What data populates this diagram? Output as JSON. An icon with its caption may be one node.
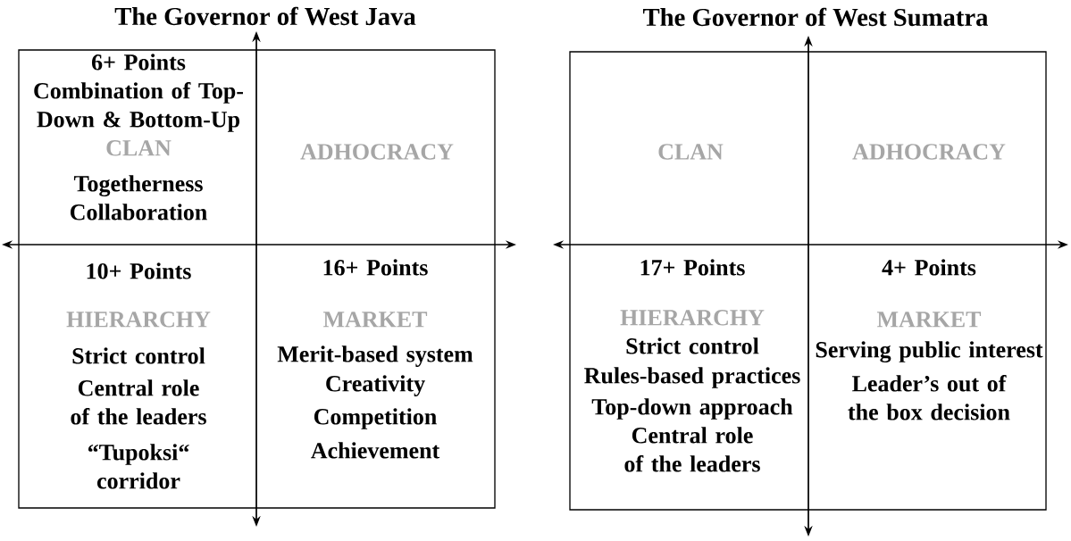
{
  "diagram": {
    "nodes": [
      {
        "text": [
          "The Governor of West Java"
        ]
      },
      {
        "text": [
          "6+ Points",
          "Combination of Top-Down & Bottom-Up",
          "CLAN",
          "Togetherness",
          "Collaboration"
        ],
        "in": 0
      },
      {
        "text": [
          "ADHOCRACY"
        ],
        "in": 0
      },
      {
        "text": [
          "10+ Points",
          "HIERARCHY",
          "Strict control",
          "Central role of the leaders",
          "“Tupoksi“ corridor"
        ],
        "in": 0
      },
      {
        "text": [
          "16+ Points",
          "MARKET",
          "Merit-based system",
          "Creativity",
          "Competition",
          "Achievement"
        ],
        "in": 0
      },
      {
        "text": [
          "The Governor of West Sumatra"
        ]
      },
      {
        "text": [
          "CLAN"
        ],
        "in": 5
      },
      {
        "text": [
          "ADHOCRACY"
        ],
        "in": 5
      },
      {
        "text": [
          "17+ Points",
          "HIERARCHY",
          "Strict control",
          "Rules-based practices",
          "Top-down approach",
          "Central role of the leaders"
        ],
        "in": 5
      },
      {
        "text": [
          "4+ Points",
          "MARKET",
          "Serving public interest",
          "Leader’s out of the box decision"
        ],
        "in": 5
      }
    ]
  }
}
